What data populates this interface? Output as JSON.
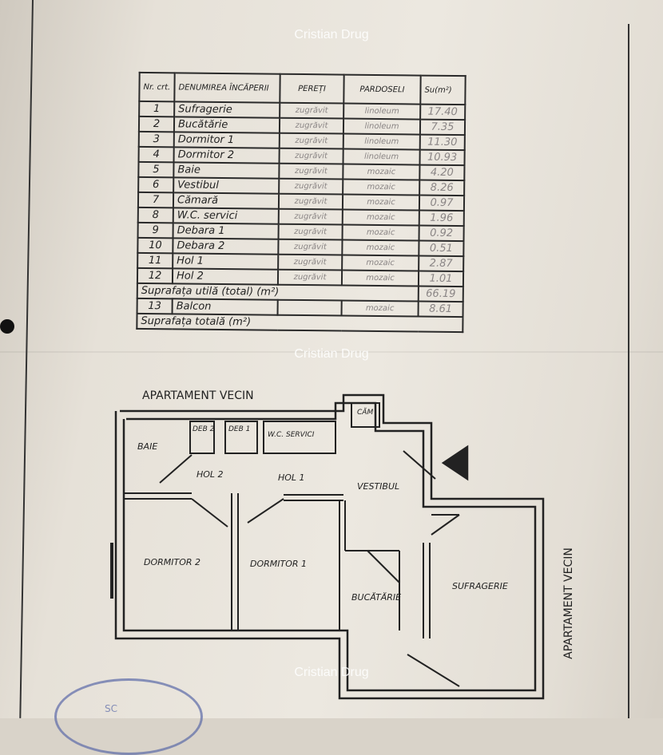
{
  "watermark": "Cristian Drug",
  "table": {
    "headers": {
      "nr": "Nr. crt.",
      "name": "DENUMIREA ÎNCĂPERII",
      "walls": "PEREȚI",
      "floors": "PARDOSELI",
      "area": "Su(m²)"
    },
    "rows": [
      {
        "nr": "1",
        "name": "Sufragerie",
        "walls": "zugrăvit",
        "floors": "linoleum",
        "area": "17.40"
      },
      {
        "nr": "2",
        "name": "Bucătărie",
        "walls": "zugrăvit",
        "floors": "linoleum",
        "area": "7.35"
      },
      {
        "nr": "3",
        "name": "Dormitor 1",
        "walls": "zugrăvit",
        "floors": "linoleum",
        "area": "11.30"
      },
      {
        "nr": "4",
        "name": "Dormitor 2",
        "walls": "zugrăvit",
        "floors": "linoleum",
        "area": "10.93"
      },
      {
        "nr": "5",
        "name": "Baie",
        "walls": "zugrăvit",
        "floors": "mozaic",
        "area": "4.20"
      },
      {
        "nr": "6",
        "name": "Vestibul",
        "walls": "zugrăvit",
        "floors": "mozaic",
        "area": "8.26"
      },
      {
        "nr": "7",
        "name": "Cămară",
        "walls": "zugrăvit",
        "floors": "mozaic",
        "area": "0.97"
      },
      {
        "nr": "8",
        "name": "W.C. servici",
        "walls": "zugrăvit",
        "floors": "mozaic",
        "area": "1.96"
      },
      {
        "nr": "9",
        "name": "Debara 1",
        "walls": "zugrăvit",
        "floors": "mozaic",
        "area": "0.92"
      },
      {
        "nr": "10",
        "name": "Debara 2",
        "walls": "zugrăvit",
        "floors": "mozaic",
        "area": "0.51"
      },
      {
        "nr": "11",
        "name": "Hol 1",
        "walls": "zugrăvit",
        "floors": "mozaic",
        "area": "2.87"
      },
      {
        "nr": "12",
        "name": "Hol 2",
        "walls": "zugrăvit",
        "floors": "mozaic",
        "area": "1.01"
      }
    ],
    "useful_total_label": "Suprafața utilă (total) (m²)",
    "useful_total": "66.19",
    "balcony": {
      "nr": "13",
      "name": "Balcon",
      "floors": "mozaic",
      "area": "8.61"
    },
    "total_label": "Suprafața totală (m²)"
  },
  "plan": {
    "neighbor_top": "APARTAMENT VECIN",
    "neighbor_right": "APARTAMENT VECIN",
    "rooms": {
      "baie": "BAIE",
      "deb2": "DEB 2",
      "deb1": "DEB 1",
      "wc": "W.C. SERVICI",
      "camara": "CĂM",
      "hol2": "HOL 2",
      "hol1": "HOL 1",
      "vestibul": "VESTIBUL",
      "dormitor2": "DORMITOR 2",
      "dormitor1": "DORMITOR 1",
      "bucatarie": "BUCĂTĂRIE",
      "sufragerie": "SUFRAGERIE"
    }
  }
}
